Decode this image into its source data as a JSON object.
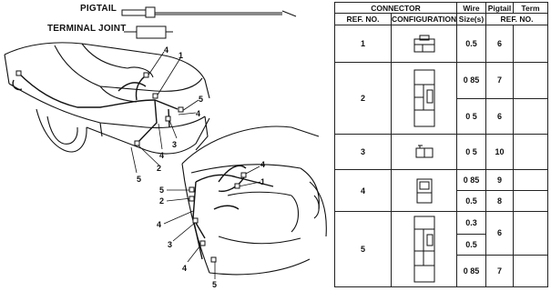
{
  "legend": {
    "pigtail_label": "PIGTAIL",
    "terminal_joint_label": "TERMINAL JOINT"
  },
  "callouts": {
    "upper": [
      "4",
      "1",
      "5",
      "4",
      "3",
      "4",
      "2",
      "5"
    ],
    "lower": [
      "4",
      "1",
      "5",
      "2",
      "4",
      "3",
      "4",
      "5"
    ]
  },
  "table": {
    "headers": {
      "connector": "CONNECTOR",
      "wire": "Wire",
      "pigtail": "Pigtail",
      "term": "Term",
      "ref_no": "REF. NO.",
      "configuration": "CONFIGURATION",
      "size": "Size(s)",
      "pig_ref_no": "REF. NO."
    },
    "rows": [
      {
        "ref": "1",
        "sizes": [
          "0.5"
        ],
        "pigtails": [
          "6"
        ]
      },
      {
        "ref": "2",
        "sizes": [
          "0 85",
          "0 5"
        ],
        "pigtails": [
          "7",
          "6"
        ]
      },
      {
        "ref": "3",
        "sizes": [
          "0 5"
        ],
        "pigtails": [
          "10"
        ]
      },
      {
        "ref": "4",
        "sizes": [
          "0 85",
          "0.5"
        ],
        "pigtails": [
          "9",
          "8"
        ]
      },
      {
        "ref": "5",
        "sizes": [
          "0.3",
          "0.5",
          "0 85"
        ],
        "pigtails": [
          "6",
          "7"
        ]
      }
    ]
  }
}
